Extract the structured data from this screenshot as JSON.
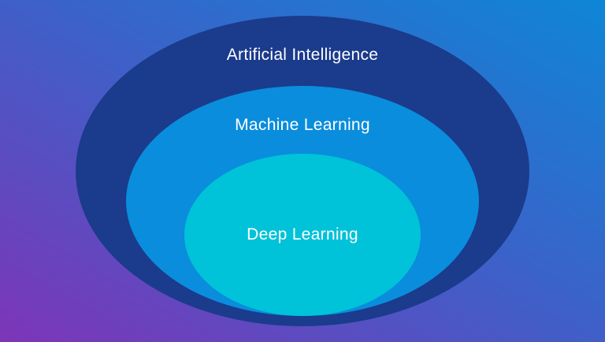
{
  "diagram": {
    "layers": [
      {
        "label": "Artificial Intelligence",
        "color": "#1b3b8c"
      },
      {
        "label": "Machine Learning",
        "color": "#0a8ddc"
      },
      {
        "label": "Deep Learning",
        "color": "#00c2d9"
      }
    ]
  },
  "colors": {
    "background_top_right": "#0e86d6",
    "background_bottom_left": "#7d35b8",
    "label_text": "#ffffff"
  }
}
